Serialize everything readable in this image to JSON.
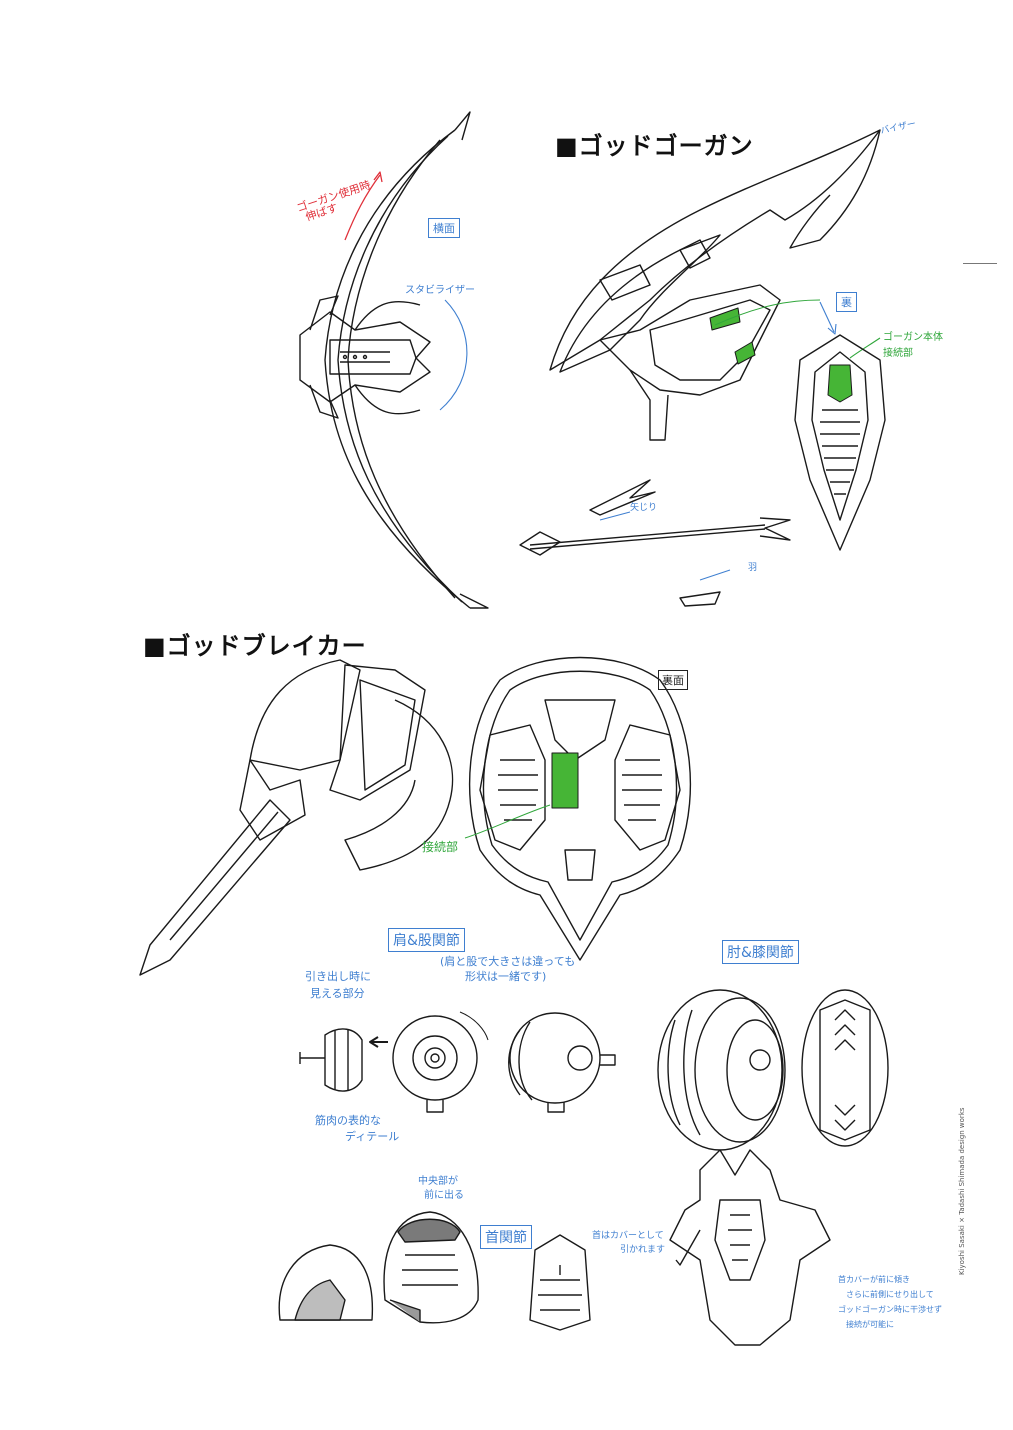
{
  "sections": {
    "god_gorgon_heading": "■ゴッドゴーガン",
    "god_breaker_heading": "■ゴッドブレイカー"
  },
  "notes": {
    "bow_extend_red": [
      "ゴーガン使用時",
      "伸ばす"
    ],
    "side_view": "横面",
    "stabilizer": "スタビライザー",
    "tip_top": "バイザー",
    "back_view": "裏",
    "gorgon_connection": [
      "ゴーガン本体",
      "接続部"
    ],
    "arrow_feather": "矢じり",
    "arrow_fletching": "羽"
  },
  "breaker_notes": {
    "back_face": "裏面",
    "connection": "接続部",
    "shoulder_hip": "肩&股関節",
    "shoulder_hip_sub": [
      "(肩と股で大きさは違っても",
      "形状は一緒です)"
    ],
    "elbow_knee": "肘&膝関節",
    "pull_out": [
      "引き出し時に",
      "見える部分"
    ],
    "muscle_detail": [
      "筋肉の表的な",
      "ディテール"
    ],
    "neck": "首関節",
    "middle_part": [
      "中央部が",
      "前に出る"
    ],
    "neck_note": [
      "首はカバーとして",
      "引かれます"
    ],
    "head_note": [
      "首カバーが前に傾き",
      "さらに前側にせり出して",
      "ゴッドゴーガン時に干渉せず",
      "接続が可能に"
    ]
  },
  "credit": "Kiyoshi Sasaki × Tadashi Shimada design works"
}
